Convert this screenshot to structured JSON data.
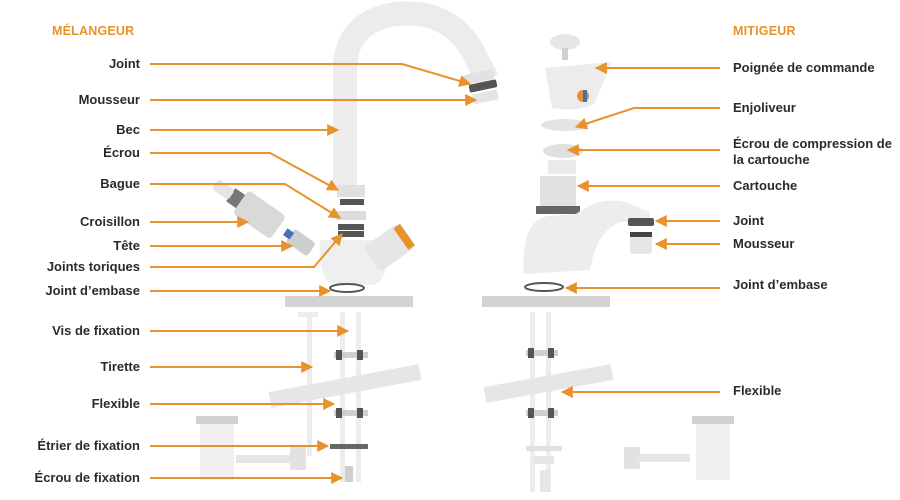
{
  "headings": {
    "left": "MÉLANGEUR",
    "right": "MITIGEUR"
  },
  "left_labels": [
    "Joint",
    "Mousseur",
    "Bec",
    "Écrou",
    "Bague",
    "Croisillon",
    "Tête",
    "Joints toriques",
    "Joint d’embase",
    "Vis de fixation",
    "Tirette",
    "Flexible",
    "Étrier de fixation",
    "Écrou de fixation"
  ],
  "right_labels": [
    "Poignée de commande",
    "Enjoliveur",
    "Écrou de compression de la cartouche",
    "Cartouche",
    "Joint",
    "Mousseur",
    "Joint d’embase",
    "Flexible"
  ],
  "colors": {
    "accent": "#e8922c",
    "text": "#2b2b2b",
    "part": "#e9e9e9",
    "part_dark": "#cfcfcf",
    "base": "#d3d3d3"
  }
}
